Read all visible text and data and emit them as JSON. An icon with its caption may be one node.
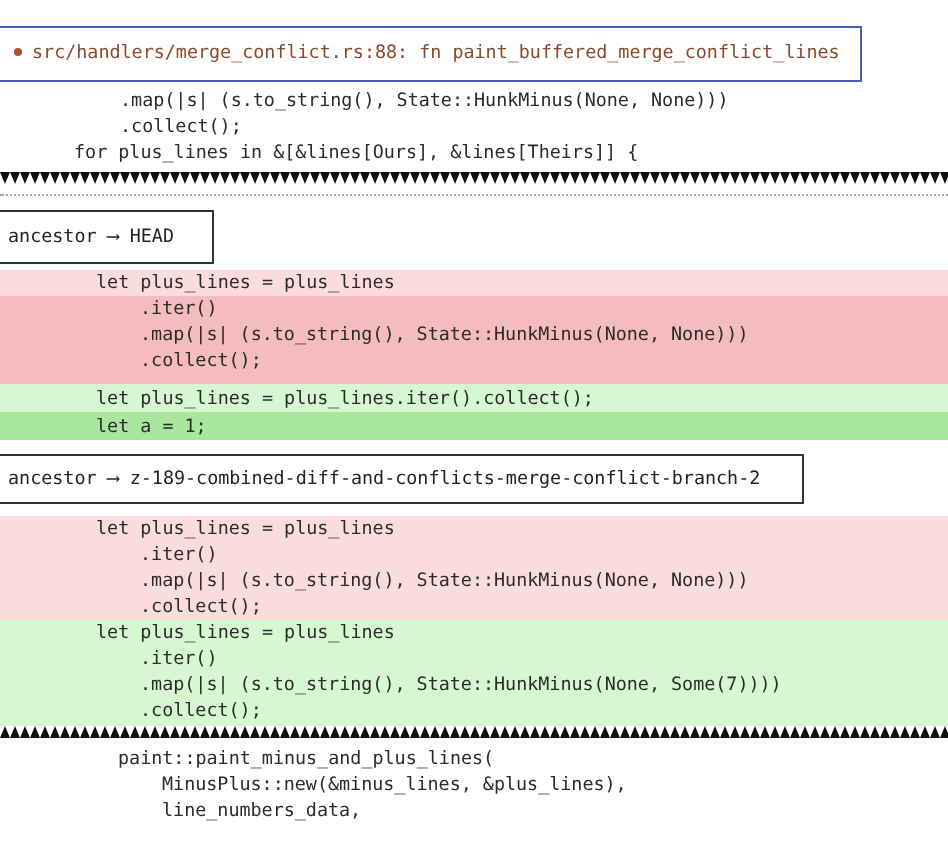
{
  "diagram": {
    "nodes": [
      {
        "text": [
          "src/handlers/merge_conflict.rs:88: fn paint_buffered_merge_conflict_lines"
        ]
      },
      {
        "text": [
          "ancestor ⟶ HEAD"
        ]
      },
      {
        "text": [
          "ancestor ⟶ z-189-combined-diff-and-conflicts-merge-conflict-branch-2"
        ]
      }
    ],
    "edges": [],
    "labels": [
      ".map(|s| (s.to_string(), State::HunkMinus(None, None)))",
      ".collect();",
      "for plus_lines in &[&lines[Ours], &lines[Theirs]] {",
      "let plus_lines = plus_lines",
      ".iter()",
      ".map(|s| (s.to_string(), State::HunkMinus(None, None)))",
      ".collect();",
      "let plus_lines = plus_lines.iter().collect();",
      "let a = 1;",
      "let plus_lines = plus_lines",
      ".iter()",
      ".map(|s| (s.to_string(), State::HunkMinus(None, None)))",
      ".collect();",
      "let plus_lines = plus_lines",
      ".iter()",
      ".map(|s| (s.to_string(), State::HunkMinus(None, Some(7))))",
      ".collect();",
      "paint::paint_minus_and_plus_lines(",
      "MinusPlus::new(&minus_lines, &plus_lines),",
      "line_numbers_data,"
    ]
  }
}
